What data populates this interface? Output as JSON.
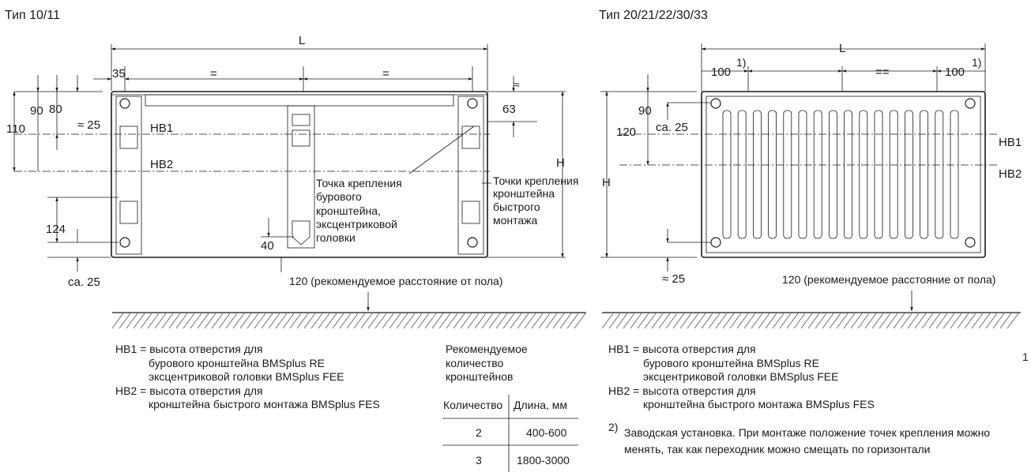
{
  "left": {
    "title": "Тип 10/11",
    "dims": {
      "L": "L",
      "d35": "35",
      "eq": "=",
      "d90": "90",
      "d80": "80",
      "d110": "110",
      "approx25": "≈ 25",
      "d63": "63",
      "approx": "≈",
      "H": "H",
      "d124": "124",
      "d40": "40",
      "ca25": "ca. 25"
    },
    "hb1": "HB1",
    "hb2": "HB2",
    "drill_point": [
      "Точка крепления",
      "бурового",
      "кронштейна,",
      "эксцентриковой",
      "головки"
    ],
    "quick_point": [
      "Точки крепления",
      "кронштейна",
      "быстрого",
      "монтажа"
    ],
    "floor_note": "120 (рекомендуемое расстояние от пола)",
    "legend": [
      "HB1 = высота отверстия для",
      "бурового кронштейна BMSplus RE",
      "эксцентриковой головки BMSplus FEE",
      "HB2 = высота отверстия для",
      "кронштейна быстрого монтажа BMSplus FES"
    ],
    "table_caption": [
      "Рекомендуемое",
      "количество",
      "кронштейнов"
    ],
    "table": {
      "headers": [
        "Количество",
        "Длина, мм"
      ],
      "rows": [
        [
          "2",
          "400-600"
        ],
        [
          "3",
          "1800-3000"
        ]
      ]
    }
  },
  "right": {
    "title": "Тип 20/21/22/30/33",
    "dims": {
      "L": "L",
      "d100a": "100",
      "sup1": "1)",
      "eq": "==",
      "d100b": "100",
      "sup1b": "1)",
      "d90": "90",
      "d120": "120",
      "ca25": "ca. 25",
      "H": "H",
      "approx25": "≈ 25"
    },
    "hb1": "HB1",
    "hb2": "HB2",
    "floor_note": "120 (рекомендуемое расстояние от пола)",
    "legend": [
      "HB1 = высота отверстия для",
      "бурового кронштейна BMSplus RE",
      "эксцентриковой головки BMSplus FEE",
      "HB2 = высота отверстия для",
      "кронштейна быстрого монтажа BMSplus FES"
    ],
    "footnote_mark": "2)",
    "footnote": [
      "Заводская установка. При монтаже положение точек крепления можно",
      "менять, так как переходник можно смещать по горизонтали"
    ],
    "page_mark": "1"
  }
}
